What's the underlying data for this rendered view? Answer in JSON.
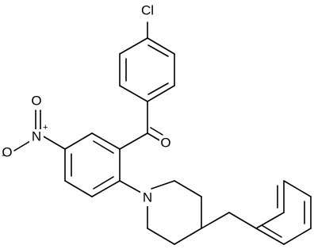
{
  "diagram": {
    "type": "chemical-structure",
    "atoms": {
      "chlorine": "Cl",
      "carbonyl_oxygen": "O",
      "nitro_nitrogen": "N",
      "nitro_oxygen_left": "O",
      "nitro_oxygen_top": "O",
      "piperidine_nitrogen": "N"
    },
    "charges": {
      "nitro_nitrogen": "+",
      "nitro_oxygen_left": "-"
    }
  }
}
